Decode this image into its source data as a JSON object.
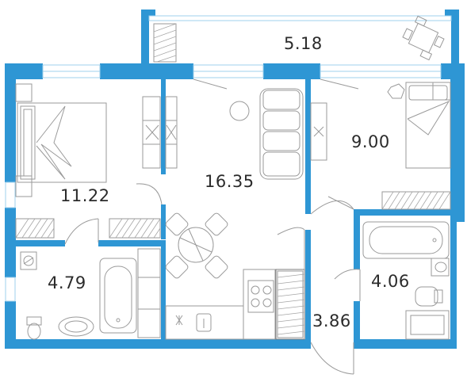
{
  "plan": {
    "rooms": [
      {
        "id": "balcony",
        "area": "5.18"
      },
      {
        "id": "bedroom-1",
        "area": "11.22"
      },
      {
        "id": "living",
        "area": "16.35"
      },
      {
        "id": "bedroom-2",
        "area": "9.00"
      },
      {
        "id": "bathroom-1",
        "area": "4.79"
      },
      {
        "id": "hallway",
        "area": "3.86"
      },
      {
        "id": "bathroom-2",
        "area": "4.06"
      }
    ],
    "colors": {
      "wall": "#2e96d4",
      "window": "#9fd0ec",
      "furniture": "#9a9a9a"
    }
  }
}
